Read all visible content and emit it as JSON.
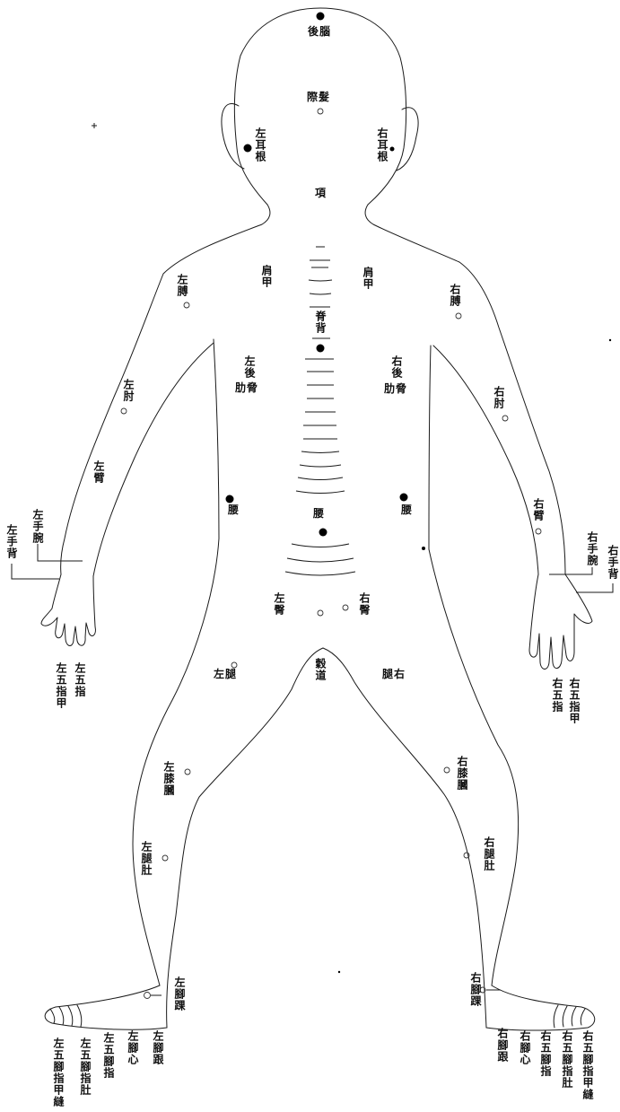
{
  "figure": {
    "head": {
      "back_of_head": "後腦",
      "hairline": "際髮",
      "left_ear_root": "左耳根",
      "right_ear_root": "右耳根",
      "nape": "項"
    },
    "upper_back": {
      "left_shoulder_blade": "肩甲",
      "right_shoulder_blade": "肩甲",
      "spine": "脊背",
      "left_upper_arm": "左膊",
      "right_upper_arm": "右膊",
      "left_back_rib_top": "左後",
      "left_back_rib_bottom": "肋脅",
      "right_back_rib_top": "右後",
      "right_back_rib_bottom": "肋脅"
    },
    "arms": {
      "left_elbow": "左肘",
      "right_elbow": "右肘",
      "left_forearm": "左臂",
      "right_forearm": "右臂",
      "left_wrist": "左手腕",
      "left_hand_back": "左手背",
      "right_wrist": "右手腕",
      "right_hand_back": "右手背",
      "left_fingernails": "左五指甲",
      "left_fingers": "左五指",
      "right_fingernails": "右五指甲",
      "right_fingers": "右五指"
    },
    "lower_back": {
      "left_waist": "腰",
      "waist": "腰",
      "right_waist": "腰",
      "left_buttock": "左臀",
      "right_buttock": "右臀",
      "anus": "穀道"
    },
    "legs": {
      "left_thigh": "左腿",
      "right_thigh": "腿右",
      "left_knee_pit": "左膝膕",
      "right_knee_pit": "右膝膕",
      "left_calf": "左腿肚",
      "right_calf": "右腿肚",
      "left_ankle": "左腳踝",
      "right_ankle": "右腳踝"
    },
    "feet": {
      "left_toenail_seams": "左五腳指甲縫",
      "left_toe_pads": "左五腳指肚",
      "left_toes": "左五腳指",
      "left_sole": "左腳心",
      "left_heel": "左腳跟",
      "right_heel": "右腳跟",
      "right_sole": "右腳心",
      "right_toes": "右五腳指",
      "right_toe_pads": "右五腳指肚",
      "right_toenail_seams": "右五腳指甲縫"
    }
  }
}
